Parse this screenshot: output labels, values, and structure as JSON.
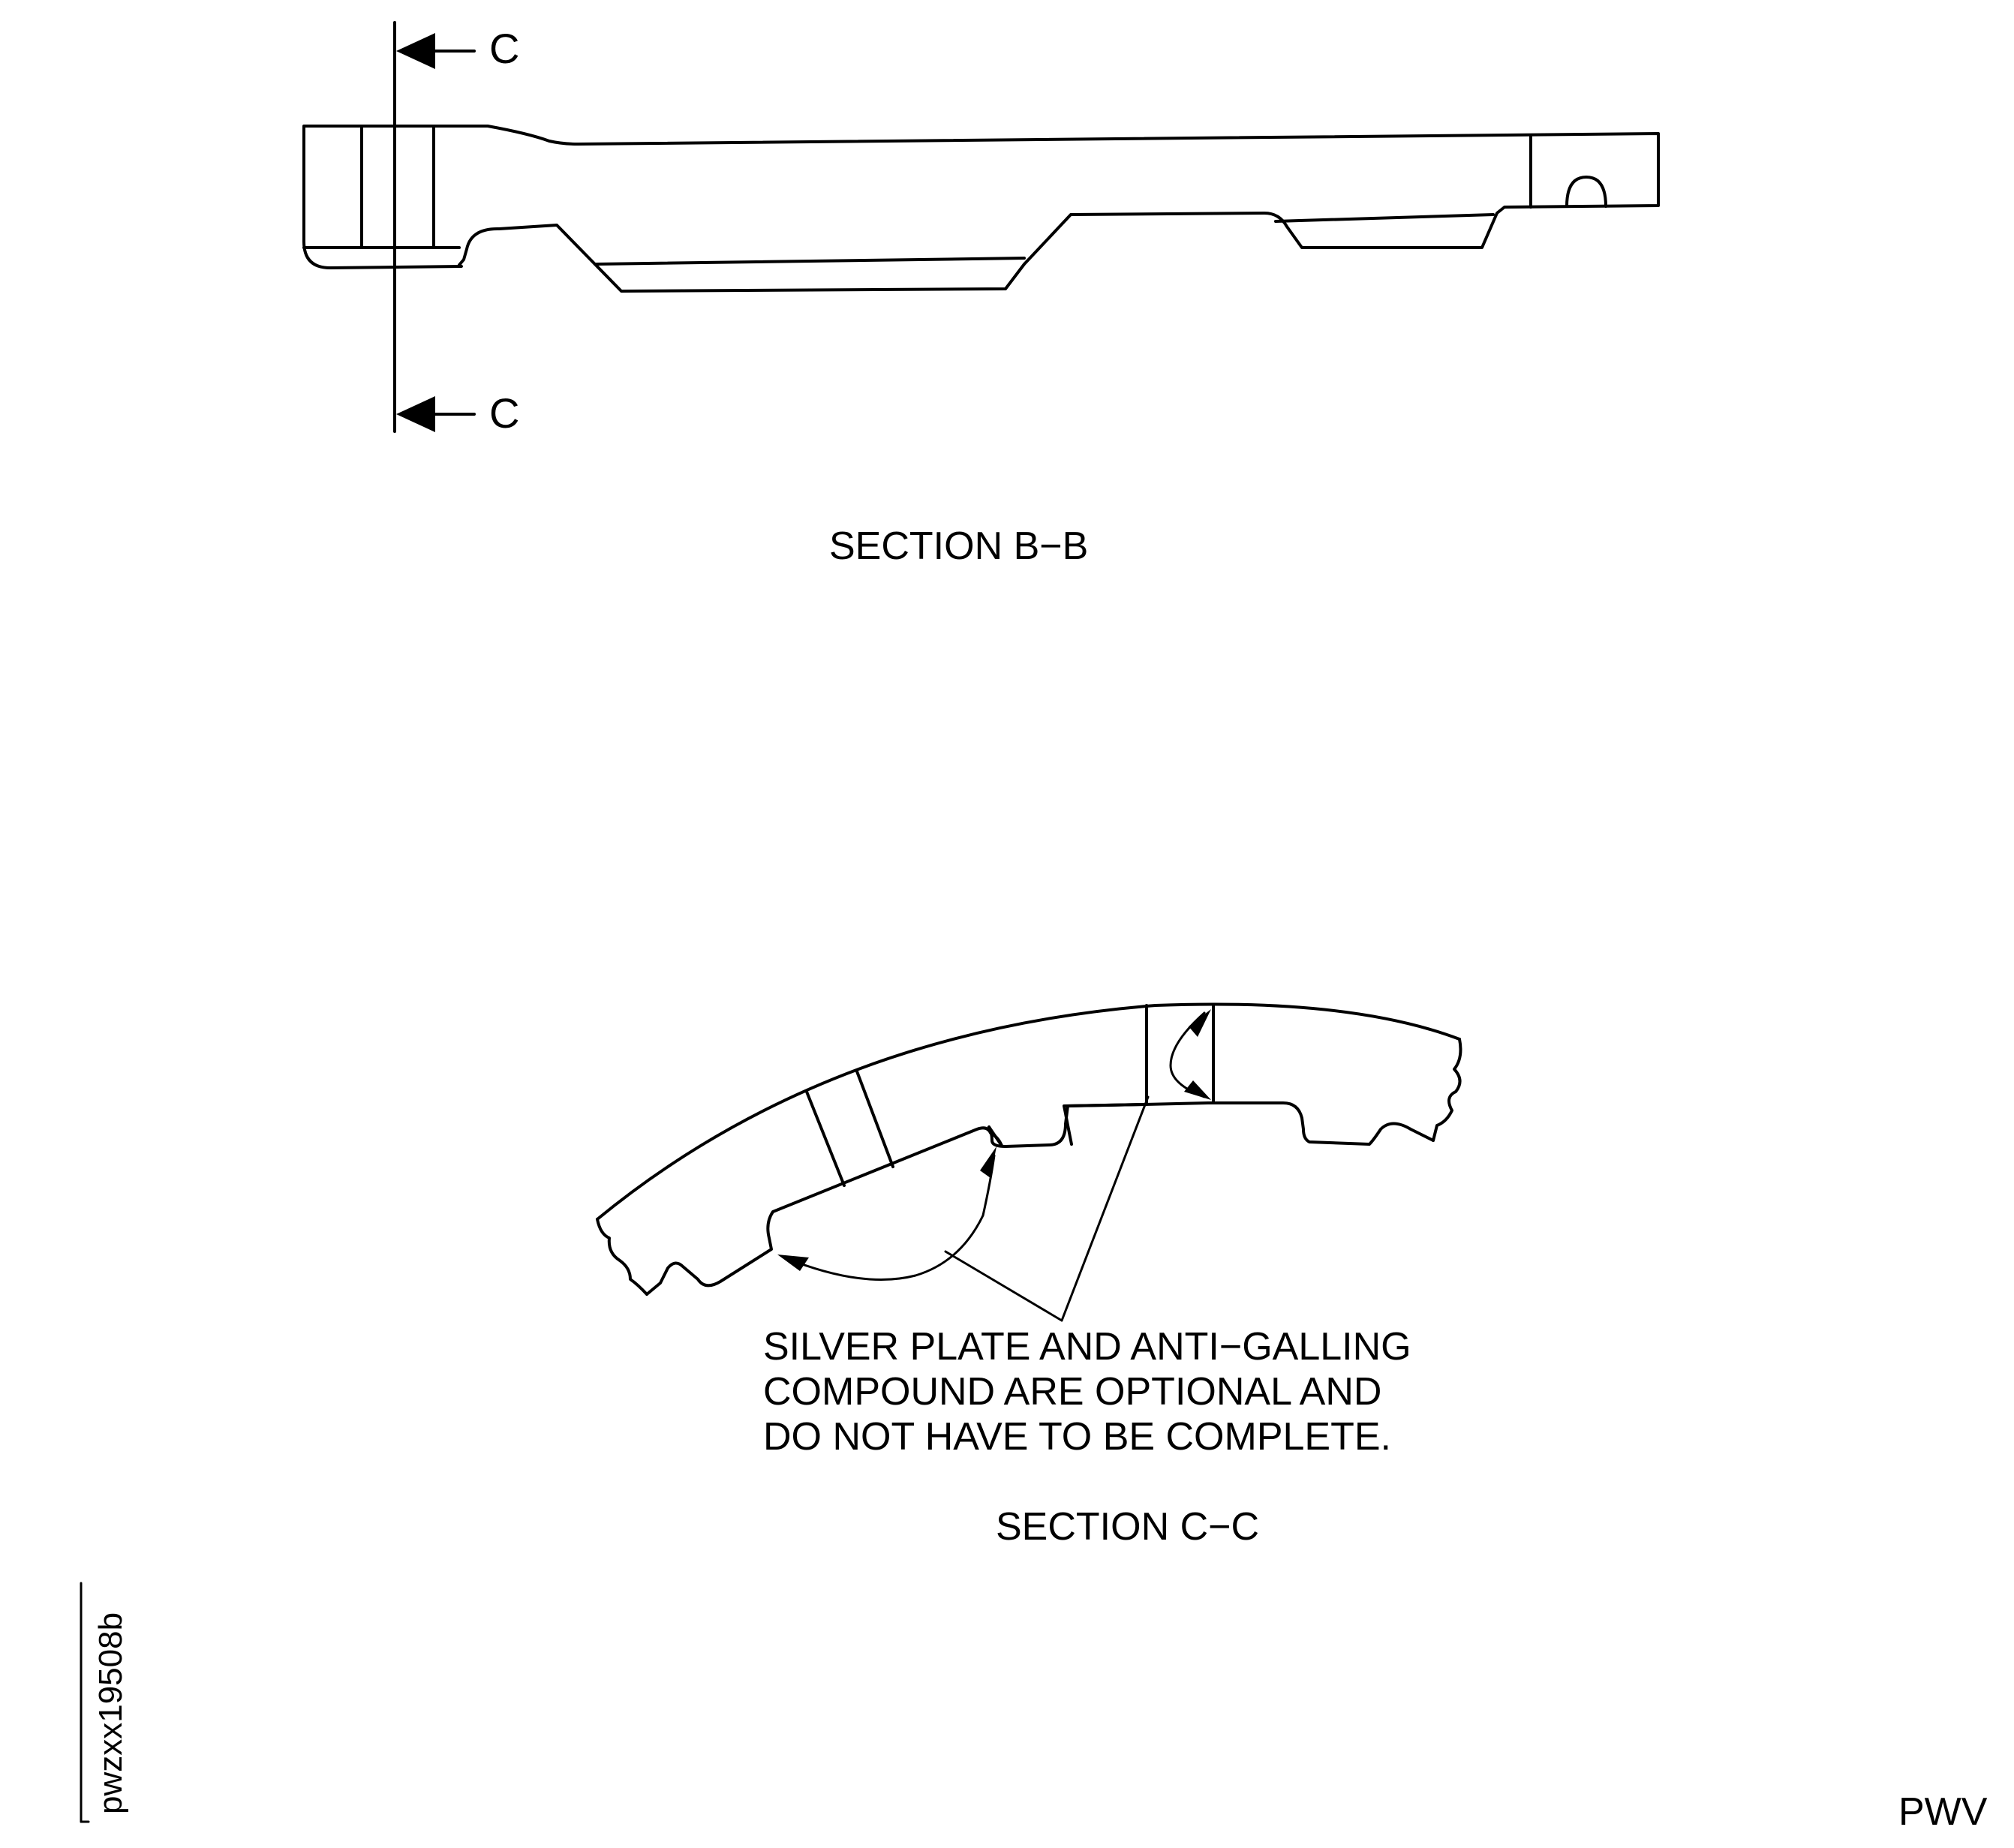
{
  "section_b": {
    "title": "SECTION B−B",
    "cut_label_top": "C",
    "cut_label_bottom": "C"
  },
  "section_c": {
    "title": "SECTION C−C",
    "note_lines": [
      "SILVER PLATE AND ANTI−GALLING",
      "COMPOUND ARE OPTIONAL AND",
      "DO NOT HAVE TO BE COMPLETE."
    ]
  },
  "figure_id": "pwzxx19508b",
  "corner_mark": "PWV"
}
